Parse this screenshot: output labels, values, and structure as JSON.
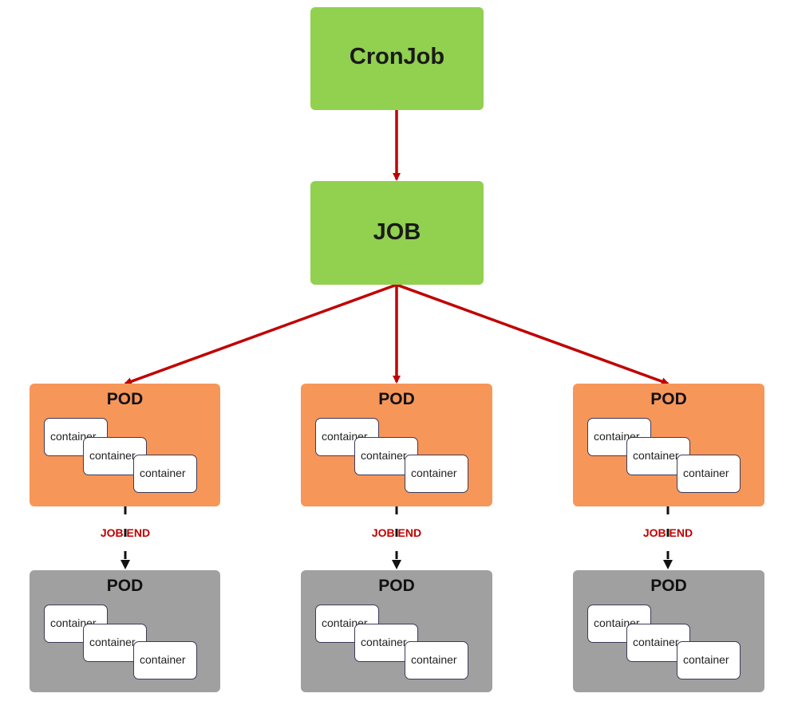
{
  "cronjob": {
    "label": "CronJob"
  },
  "job": {
    "label": "JOB"
  },
  "pods": [
    {
      "title": "POD",
      "containers": [
        "container",
        "container",
        "container"
      ],
      "end_label": "JOB END"
    },
    {
      "title": "POD",
      "containers": [
        "container",
        "container",
        "container"
      ],
      "end_label": "JOB END"
    },
    {
      "title": "POD",
      "containers": [
        "container",
        "container",
        "container"
      ],
      "end_label": "JOB END"
    }
  ],
  "ended_pods": [
    {
      "title": "POD",
      "containers": [
        "container",
        "container",
        "container"
      ]
    },
    {
      "title": "POD",
      "containers": [
        "container",
        "container",
        "container"
      ]
    },
    {
      "title": "POD",
      "containers": [
        "container",
        "container",
        "container"
      ]
    }
  ],
  "colors": {
    "control_node": "#92d050",
    "running_pod": "#f79659",
    "ended_pod": "#a0a0a0",
    "arrow": "#c00000",
    "end_arrow": "#111111"
  }
}
